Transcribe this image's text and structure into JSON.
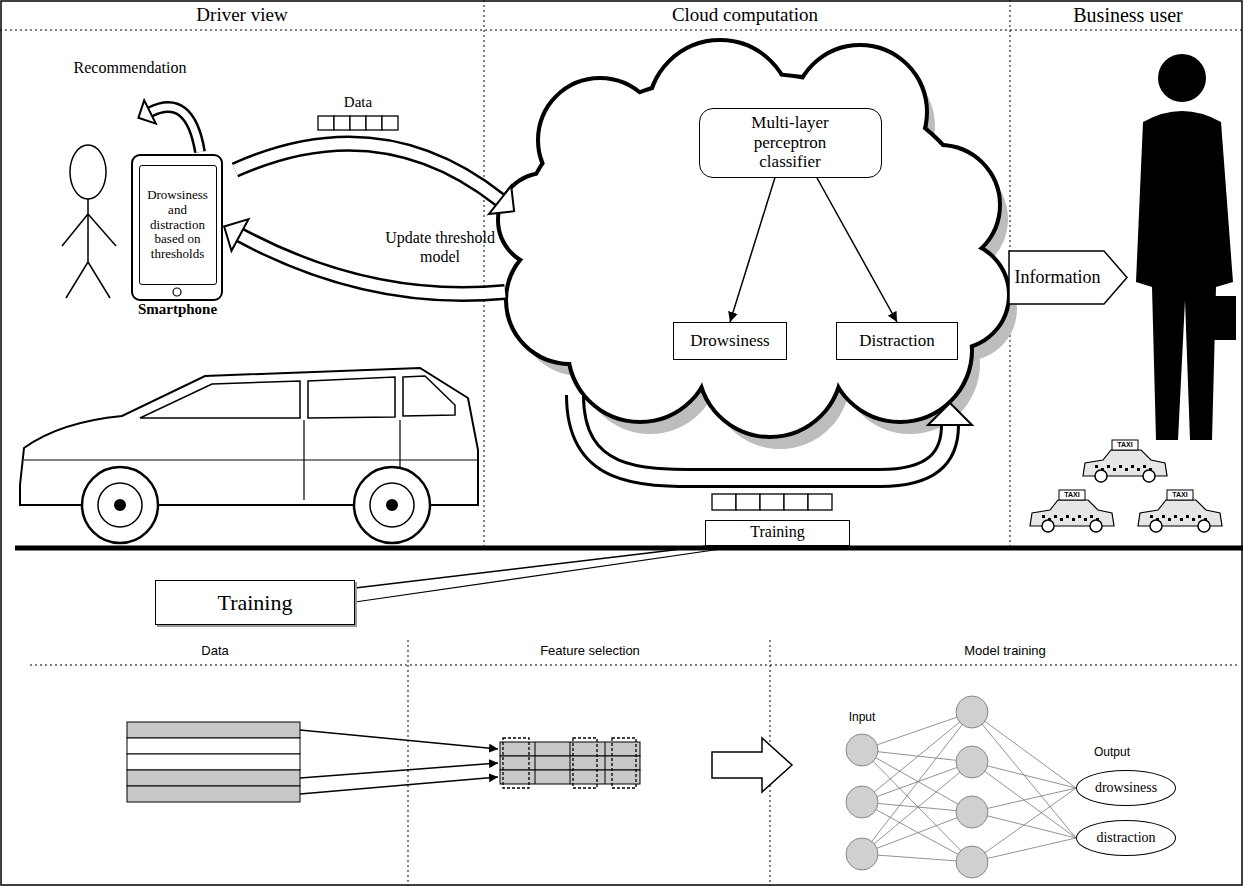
{
  "diagram": {
    "nodes": [
      {
        "text": [
          "Drowsiness and distraction based on thresholds",
          "Smartphone"
        ]
      },
      {
        "text": [
          "Multi-layer perceptron classifier"
        ]
      },
      {
        "text": [
          "Drowsiness"
        ]
      },
      {
        "text": [
          "Distraction"
        ]
      },
      {
        "text": [
          "Information"
        ]
      },
      {
        "text": [
          "Training"
        ]
      },
      {
        "text": [
          "Training"
        ]
      },
      {
        "text": [
          "drowsiness"
        ]
      },
      {
        "text": [
          "distraction"
        ]
      }
    ],
    "edges": [
      {
        "from": 1,
        "to": 2,
        "arrow": "to"
      },
      {
        "from": 1,
        "to": 3,
        "arrow": "to"
      },
      {
        "from": 6,
        "to": 5,
        "arrow": "none"
      }
    ],
    "labels": [
      "Driver view",
      "Cloud computation",
      "Business user",
      "Recommendation",
      "Data",
      "Update threshold model",
      "TAXI",
      "TAXI",
      "TAXI",
      "Data",
      "Feature selection",
      "Model training",
      "Input",
      "Output"
    ]
  }
}
